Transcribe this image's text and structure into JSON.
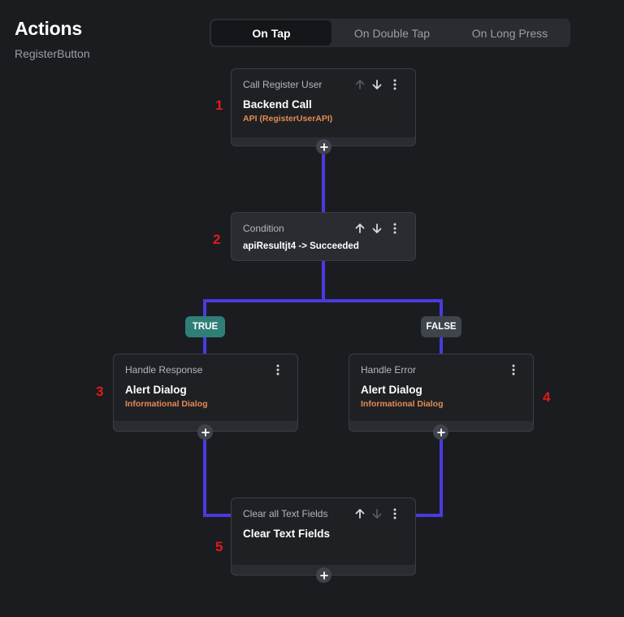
{
  "header": {
    "title": "Actions",
    "subtitle": "RegisterButton"
  },
  "tabs": [
    {
      "label": "On Tap",
      "active": true
    },
    {
      "label": "On Double Tap",
      "active": false
    },
    {
      "label": "On Long Press",
      "active": false
    }
  ],
  "nodes": [
    {
      "caption": "Call Register User",
      "title": "Backend Call",
      "subtitle": "API (RegisterUserAPI)",
      "step": "1"
    },
    {
      "caption": "Condition",
      "title": "apiResultjt4 -> Succeeded",
      "subtitle": "",
      "step": "2"
    },
    {
      "caption": "Handle Response",
      "title": "Alert Dialog",
      "subtitle": "Informational Dialog",
      "step": "3"
    },
    {
      "caption": "Handle Error",
      "title": "Alert Dialog",
      "subtitle": "Informational Dialog",
      "step": "4"
    },
    {
      "caption": "Clear all Text Fields",
      "title": "Clear Text Fields",
      "subtitle": "",
      "step": "5"
    }
  ],
  "branches": {
    "true_label": "TRUE",
    "false_label": "FALSE"
  },
  "colors": {
    "connector": "#4a3ae0",
    "accent_text": "#e38b52",
    "true_pill": "#2f7e78",
    "false_pill": "#3f434b",
    "step_number": "#e21a1a"
  },
  "icons": {
    "up": "arrow-up-icon",
    "down": "arrow-down-icon",
    "more": "more-vertical-icon",
    "add": "plus-icon"
  }
}
